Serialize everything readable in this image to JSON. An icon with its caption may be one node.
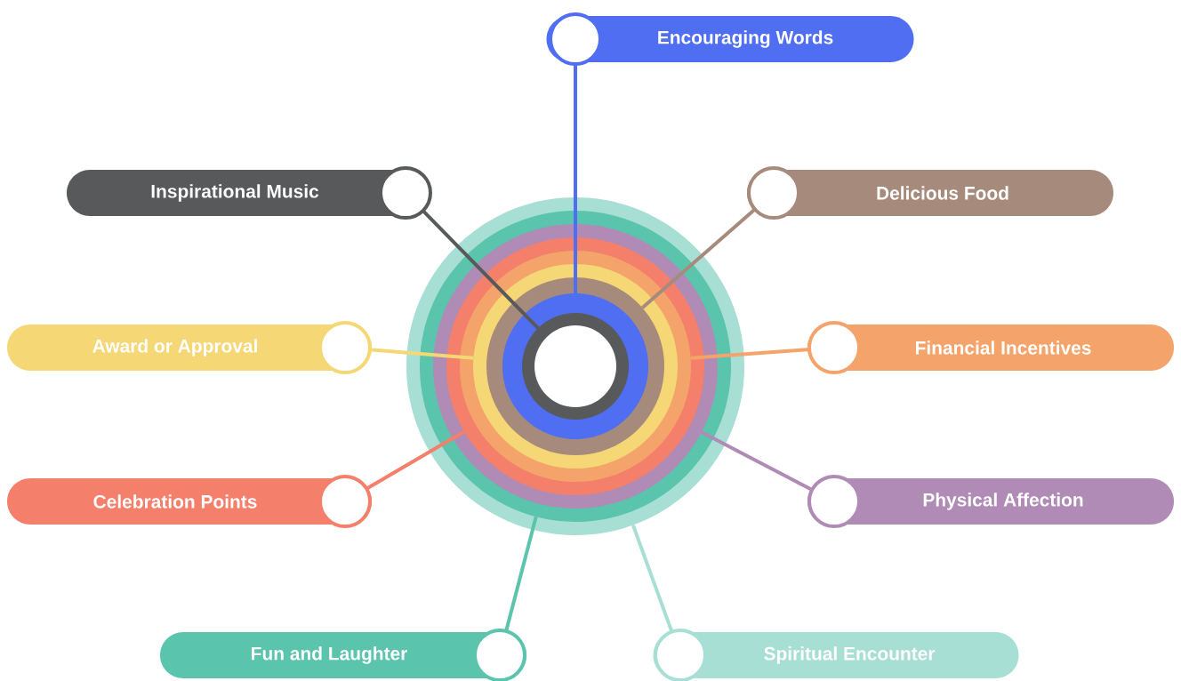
{
  "diagram": {
    "nodes": [
      {
        "text": [
          "Encouraging Words"
        ]
      },
      {
        "text": [
          "Inspirational Music"
        ]
      },
      {
        "text": [
          "Delicious Food"
        ]
      },
      {
        "text": [
          "Award or Approval"
        ]
      },
      {
        "text": [
          "Financial Incentives"
        ]
      },
      {
        "text": [
          "Celebration Points"
        ]
      },
      {
        "text": [
          "Physical Affection"
        ]
      },
      {
        "text": [
          "Fun and Laughter"
        ]
      },
      {
        "text": [
          "Spiritual Encounter"
        ]
      },
      {
        "text": [],
        "shape": "circle"
      },
      {
        "text": [],
        "shape": "circle",
        "in": 9
      },
      {
        "text": [],
        "shape": "circle",
        "in": 10
      },
      {
        "text": [],
        "shape": "circle",
        "in": 11
      },
      {
        "text": [],
        "shape": "circle",
        "in": 12
      },
      {
        "text": [],
        "shape": "circle",
        "in": 13
      },
      {
        "text": [],
        "shape": "circle",
        "in": 14
      },
      {
        "text": [],
        "shape": "circle",
        "in": 15
      },
      {
        "text": [],
        "shape": "circle",
        "in": 16
      }
    ],
    "edges": [
      {
        "from": 0,
        "to": 16,
        "arrow": "none",
        "color": "#4f6ef2"
      },
      {
        "from": 1,
        "to": 17,
        "arrow": "none",
        "color": "#58595b"
      },
      {
        "from": 2,
        "to": 15,
        "arrow": "none",
        "color": "#a68b7c"
      },
      {
        "from": 3,
        "to": 14,
        "arrow": "none",
        "color": "#f5d776"
      },
      {
        "from": 4,
        "to": 13,
        "arrow": "none",
        "color": "#f4a36b"
      },
      {
        "from": 5,
        "to": 12,
        "arrow": "none",
        "color": "#f47f6b"
      },
      {
        "from": 6,
        "to": 11,
        "arrow": "none",
        "color": "#b08bb5"
      },
      {
        "from": 7,
        "to": 10,
        "arrow": "none",
        "color": "#5bc4ad"
      },
      {
        "from": 8,
        "to": 9,
        "arrow": "none",
        "color": "#a8dfd5"
      }
    ]
  }
}
